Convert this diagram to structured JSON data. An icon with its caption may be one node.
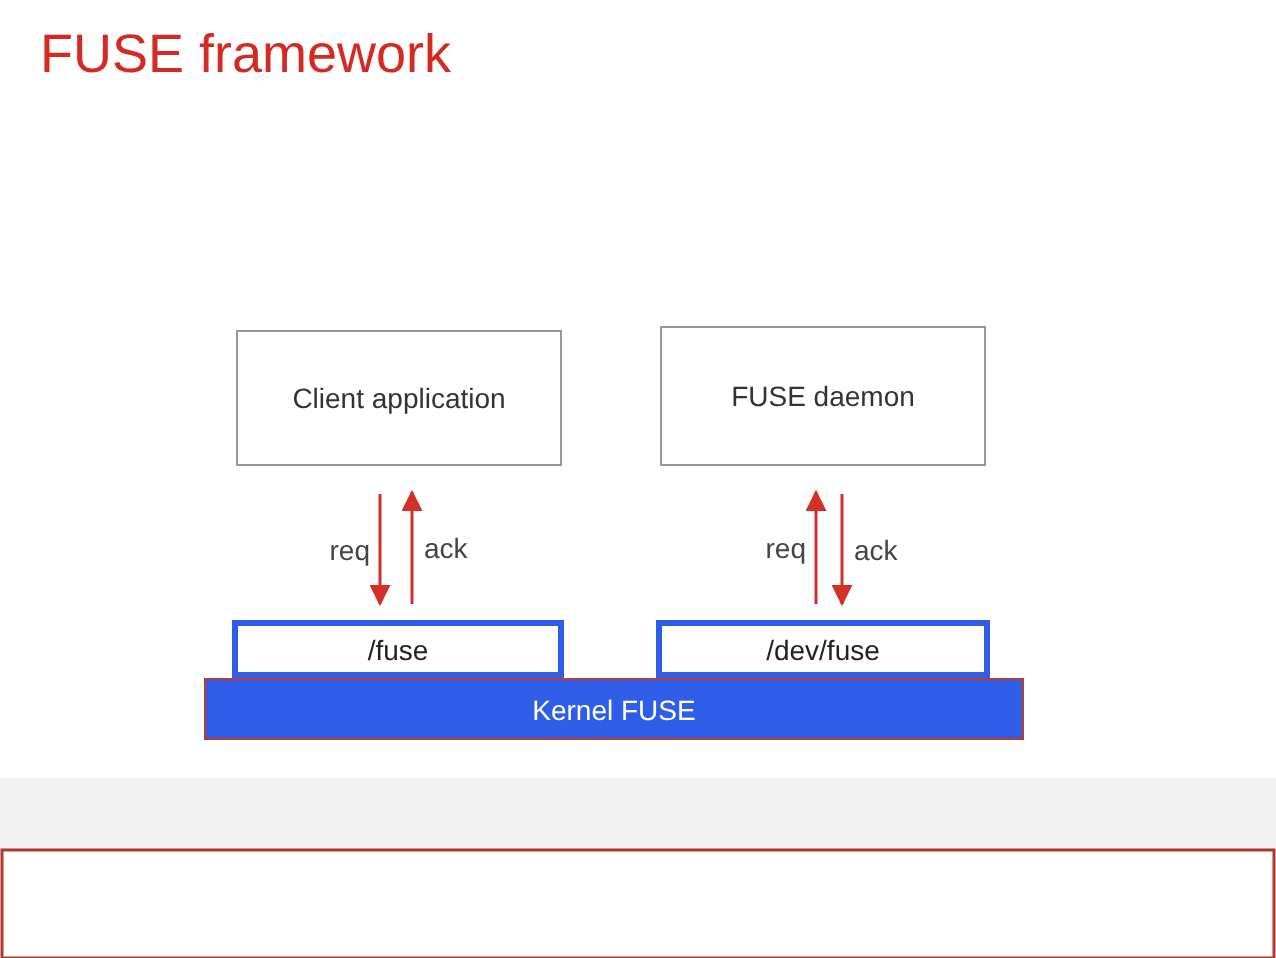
{
  "diagram": {
    "title": "FUSE framework",
    "nodes": [
      {
        "text": [
          "Client application"
        ]
      },
      {
        "text": [
          "FUSE daemon"
        ]
      },
      {
        "text": [
          "Kernel FUSE"
        ]
      },
      {
        "text": [
          "/fuse"
        ]
      },
      {
        "text": [
          "/dev/fuse"
        ]
      }
    ],
    "edges": [
      {
        "from": 0,
        "to": 3,
        "arrow": "to",
        "label": "req"
      },
      {
        "from": 3,
        "to": 0,
        "arrow": "to",
        "label": "ack"
      },
      {
        "from": 4,
        "to": 1,
        "arrow": "to",
        "label": "req"
      },
      {
        "from": 1,
        "to": 4,
        "arrow": "to",
        "label": "ack"
      }
    ]
  }
}
